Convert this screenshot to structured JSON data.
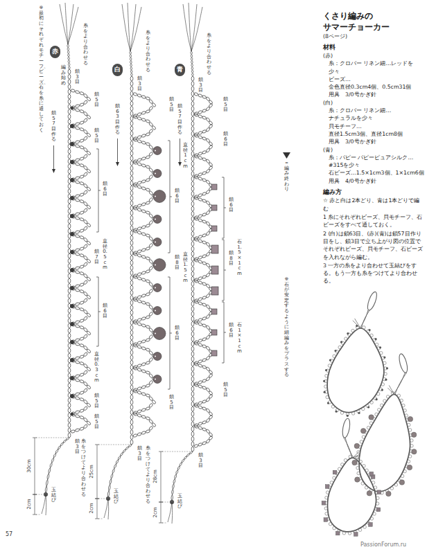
{
  "diagram": {
    "title": "くさり編みの サマーチョーカー",
    "nodes": [
      {
        "text": [
          "赤"
        ]
      },
      {
        "text": [
          "白"
        ]
      },
      {
        "text": [
          "青"
        ]
      }
    ],
    "labels": [
      "※最初にそれぞれモチーフ、ビーズ、石を糸に通しておく",
      "糸をより合わせる",
      "編み始め",
      "鎖57目作る",
      "鎖3目",
      "鎖5目",
      "鎖5目",
      "鎖6目",
      "直径0.5cm",
      "鎖7目",
      "鎖6目",
      "直径0.3cm",
      "鎖5目",
      "鎖5目",
      "鎖3目",
      "糸をつけてより合わせる",
      "30cm",
      "2cm",
      "玉結び",
      "糸をより合わせる",
      "鎖63目作る",
      "鎖3目",
      "鎖5目",
      "鎖6目",
      "直径1cm",
      "鎖8目",
      "直径1.5cm",
      "鎖6目",
      "鎖5目",
      "鎖3目",
      "糸をつけてより合わせる",
      "25cm",
      "2cm",
      "玉結び",
      "糸をより合わせる",
      "鎖57目作る",
      "鎖3目",
      "鎖5目",
      "鎖6目",
      "鎖6目",
      "石1.5×1cm",
      "鎖8目",
      "鎖6目",
      "石1×1cm",
      "鎖5目",
      "鎖3目",
      "28cm",
      "2cm",
      "玉結び",
      "＝編み終わり",
      "※石が安定するように細編みをプラスする",
      "(8ページ)",
      "材料",
      "(赤)",
      "糸：クロバー リネン細…レッドを少々",
      "ビーズ…",
      "金色直径0.3cm4個、0.5cm31個",
      "用具　3/0号かぎ針",
      "(白)",
      "糸：クロバー リネン細…",
      "ナチュラルを少々",
      "貝モチーフ…",
      "直径1.5cm3個、直径1cm8個",
      "用具　3/0号かぎ針",
      "(青)",
      "糸：パピー パピーピュアシルク…",
      "#315を少々",
      "石ビーズ…1.5×1cm3個、1×1cm6個",
      "用具　4/0号かぎ針",
      "編み方",
      "☆ 赤と白は2本どり、青は1本どりで編む",
      "1 糸にそれぞれビーズ、貝モチーフ、石ビーズをすべて通しておく。",
      "2 (白)は鎖63目、(赤)(青)は鎖57目作り目をし、鎖3目で立ち上がり図の位置でそれぞれビーズ、貝モチーフ、石ビーズを入れながら編む。",
      "3 一方の糸をより合わせて玉結びをする。もう一方も糸をつけてより合わせる。",
      "57",
      "PassionForum.ru"
    ]
  }
}
